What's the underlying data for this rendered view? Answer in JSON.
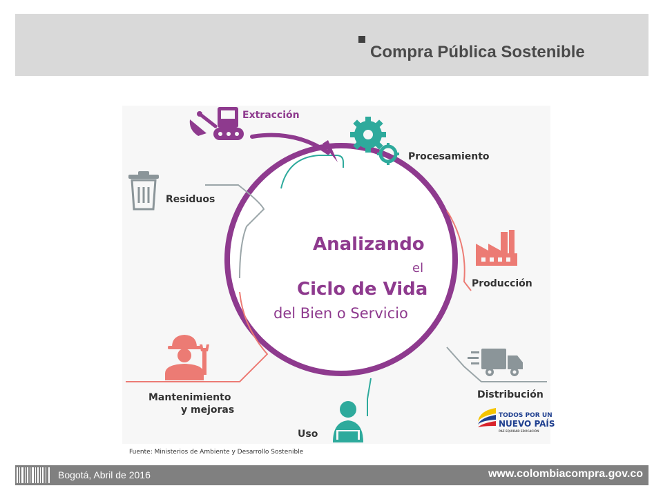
{
  "header": {
    "title": "Compra Pública Sostenible"
  },
  "diagram": {
    "center": {
      "line1": "Analizando",
      "line2": "el",
      "line3": "Ciclo de Vida",
      "line4": "del Bien o Servicio"
    },
    "stages": {
      "extraccion": "Extracción",
      "procesamiento": "Procesamiento",
      "produccion": "Producción",
      "distribucion": "Distribución",
      "uso": "Uso",
      "mantenimiento_1": "Mantenimiento",
      "mantenimiento_2": "y mejoras",
      "residuos": "Residuos"
    },
    "colors": {
      "ring": "#8e3a8e",
      "connector_teal": "#2eaa9c",
      "connector_gray": "#9aa5a8",
      "connector_salmon": "#ec7b74",
      "icon_purple": "#8e3a8e",
      "icon_teal": "#2eaa9c",
      "icon_salmon": "#ec7b74",
      "icon_gray": "#8b9599"
    },
    "icons": [
      "excavator-icon",
      "gears-icon",
      "factory-icon",
      "truck-icon",
      "user-laptop-icon",
      "worker-wrench-icon",
      "trash-icon"
    ],
    "logo": {
      "line1": "TODOS POR UN",
      "line2": "NUEVO PAÍS",
      "line3": "PAZ   EQUIDAD   EDUCACIÓN"
    }
  },
  "source": "Fuente: Ministerios de Ambiente y Desarrollo Sostenible",
  "footer": {
    "date": "Bogotá, Abril de 2016",
    "url": "www.colombiacompra.gov.co"
  }
}
